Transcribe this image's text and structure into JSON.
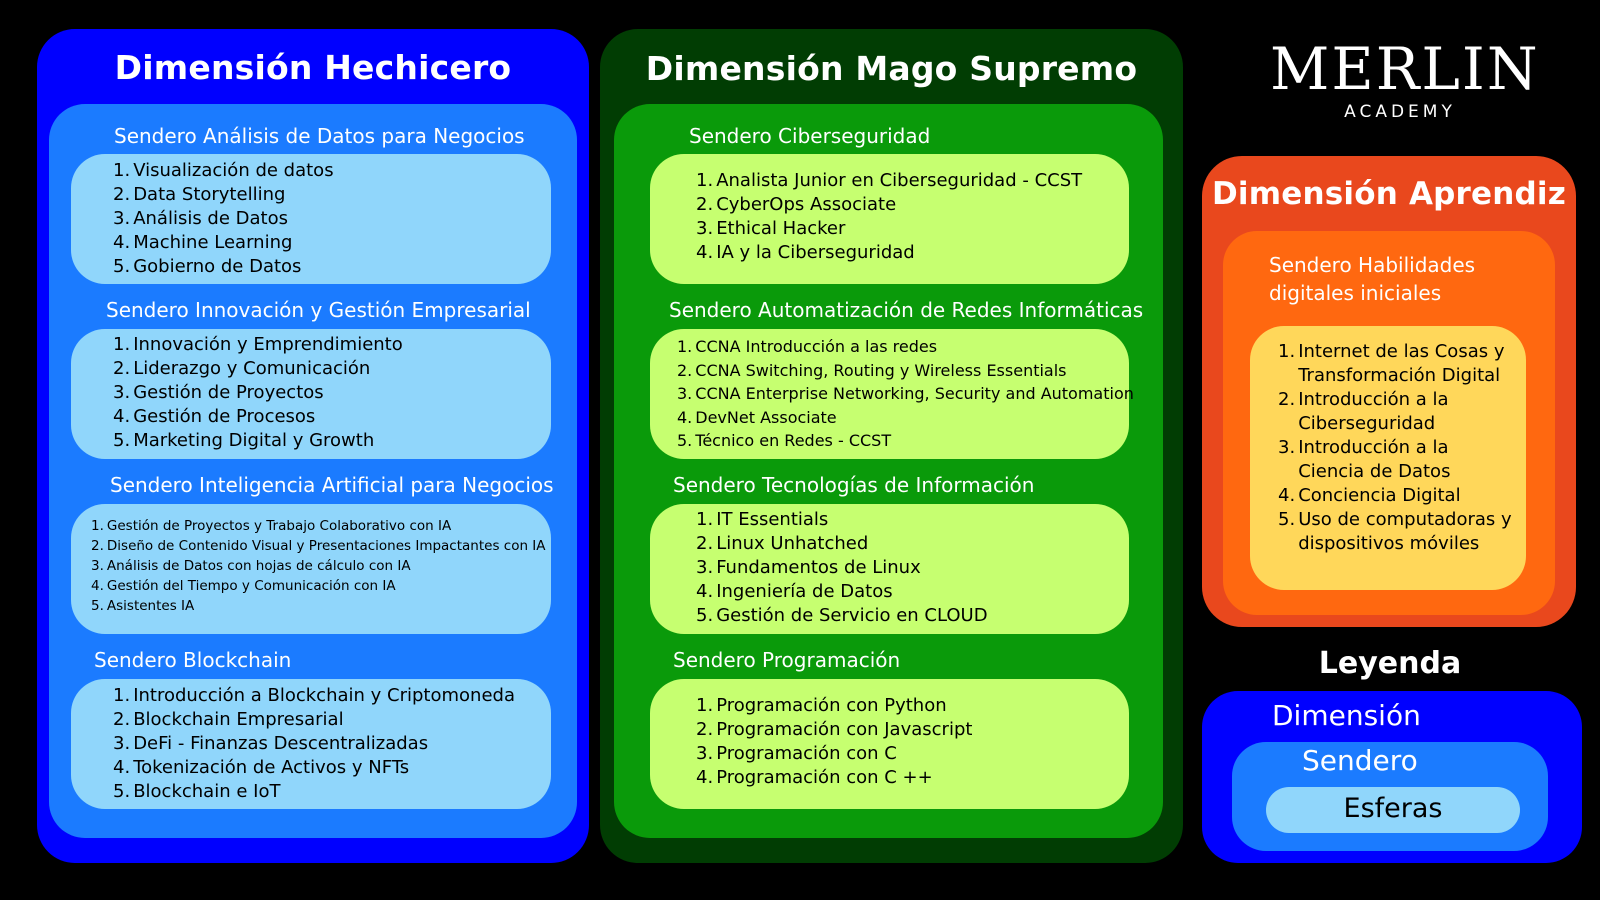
{
  "logo": {
    "word": "MERLIN",
    "sub": "ACADEMY"
  },
  "hechicero": {
    "title": "Dimensión Hechicero",
    "paths": [
      {
        "title": "Sendero Análisis de Datos para Negocios",
        "items": [
          "Visualización de datos",
          "Data Storytelling",
          "Análisis de Datos",
          "Machine Learning",
          "Gobierno de Datos"
        ]
      },
      {
        "title": "Sendero Innovación y Gestión Empresarial",
        "items": [
          "Innovación y Emprendimiento",
          "Liderazgo y Comunicación",
          "Gestión de Proyectos",
          "Gestión de Procesos",
          "Marketing Digital y Growth"
        ]
      },
      {
        "title": "Sendero Inteligencia Artificial para Negocios",
        "items": [
          "Gestión de Proyectos y Trabajo Colaborativo con IA",
          "Diseño de Contenido Visual y Presentaciones Impactantes con IA",
          "Análisis de Datos con hojas de cálculo con IA",
          "Gestión del Tiempo y Comunicación con IA",
          "Asistentes IA"
        ]
      },
      {
        "title": "Sendero Blockchain",
        "items": [
          "Introducción a Blockchain y Criptomoneda",
          "Blockchain Empresarial",
          "DeFi - Finanzas Descentralizadas",
          "Tokenización de Activos y NFTs",
          "Blockchain e IoT"
        ]
      }
    ]
  },
  "mago": {
    "title": "Dimensión Mago Supremo",
    "paths": [
      {
        "title": "Sendero Ciberseguridad",
        "items": [
          "Analista Junior en Ciberseguridad - CCST",
          "CyberOps Associate",
          "Ethical Hacker",
          "IA y la Ciberseguridad"
        ]
      },
      {
        "title": "Sendero Automatización de Redes Informáticas",
        "items": [
          "CCNA Introducción a las redes",
          "CCNA Switching, Routing y Wireless Essentials",
          "CCNA Enterprise Networking, Security and Automation",
          "DevNet Associate",
          "Técnico en Redes - CCST"
        ]
      },
      {
        "title": "Sendero Tecnologías de Información",
        "items": [
          "IT Essentials",
          "Linux Unhatched",
          "Fundamentos de Linux",
          "Ingeniería de Datos",
          "Gestión de Servicio en CLOUD"
        ]
      },
      {
        "title": "Sendero Programación",
        "items": [
          "Programación con Python",
          "Programación con Javascript",
          "Programación con C",
          "Programación con C ++"
        ]
      }
    ]
  },
  "aprendiz": {
    "title": "Dimensión Aprendiz",
    "path": {
      "title_line1": "Sendero Habilidades",
      "title_line2": "digitales iniciales",
      "items": [
        {
          "l1": "Internet de las Cosas y",
          "l2": "Transformación Digital"
        },
        {
          "l1": "Introducción a la",
          "l2": "Ciberseguridad"
        },
        {
          "l1": "Introducción a la",
          "l2": "Ciencia de Datos"
        },
        {
          "l1": "Conciencia Digital",
          "l2": ""
        },
        {
          "l1": "Uso de computadoras y",
          "l2": "dispositivos móviles"
        }
      ]
    }
  },
  "legend": {
    "title": "Leyenda",
    "dimension": "Dimensión",
    "path": "Sendero",
    "sphere": "Esferas"
  },
  "colors": {
    "hechicero_dim": "#0000ff",
    "hechicero_path": "#1b7bff",
    "hechicero_sphere": "#90d6fb",
    "mago_dim": "#013d03",
    "mago_path": "#0a9a0a",
    "mago_sphere": "#c6ff70",
    "aprendiz_dim": "#e9481d",
    "aprendiz_path": "#ff6810",
    "aprendiz_sphere": "#ffd75a"
  }
}
